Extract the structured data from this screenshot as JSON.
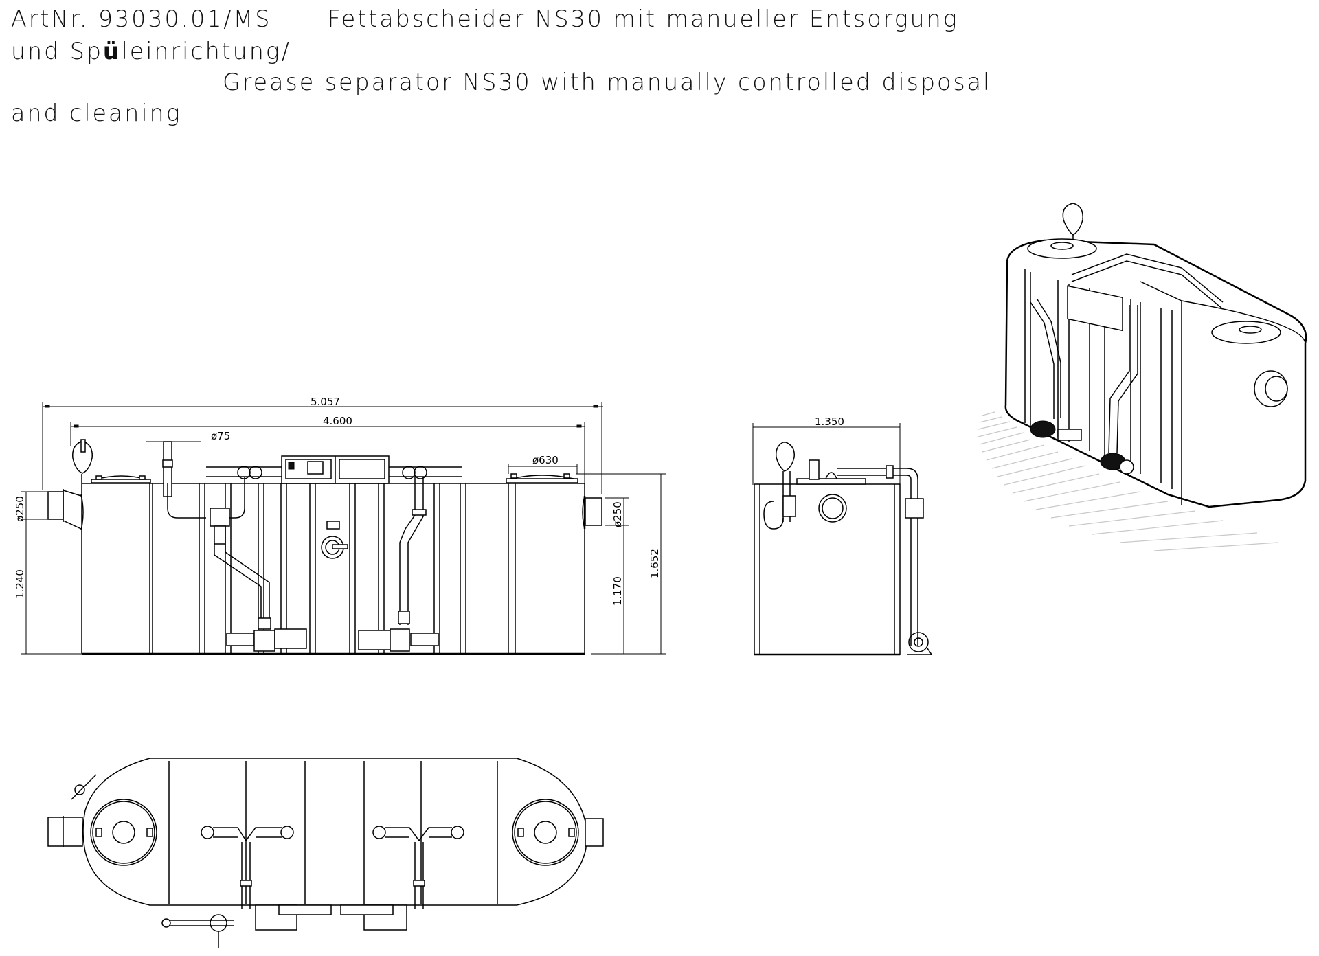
{
  "title": {
    "line1_de": "ArtNr. 93030.01/MS      Fettabscheider NS30 mit manueller Entsorgung",
    "line2_de_prefix": "und Sp",
    "line2_de_bold": "ü",
    "line2_de_suffix": "leinrichtung/",
    "line3_en": "Grease separator NS30 with manually controlled disposal",
    "line4_en": "and cleaning",
    "article_number": "93030.01/MS"
  },
  "views": {
    "front": {
      "label": "front-elevation",
      "dimensions": {
        "overall_length": "5.057",
        "body_length": "4.600",
        "vent_pipe_diameter": "ø75",
        "manhole_diameter": "ø630",
        "inlet_diameter": "ø250",
        "outlet_diameter": "ø250",
        "inlet_height": "1.240",
        "outlet_height": "1.170",
        "total_height": "1.652"
      }
    },
    "side": {
      "label": "side-elevation",
      "dimensions": {
        "width": "1.350"
      }
    },
    "plan": {
      "label": "top-plan-view"
    },
    "isometric": {
      "label": "isometric-view"
    }
  },
  "colors": {
    "line": "#000000",
    "background": "#ffffff",
    "hatch": "#c8c8c8"
  }
}
